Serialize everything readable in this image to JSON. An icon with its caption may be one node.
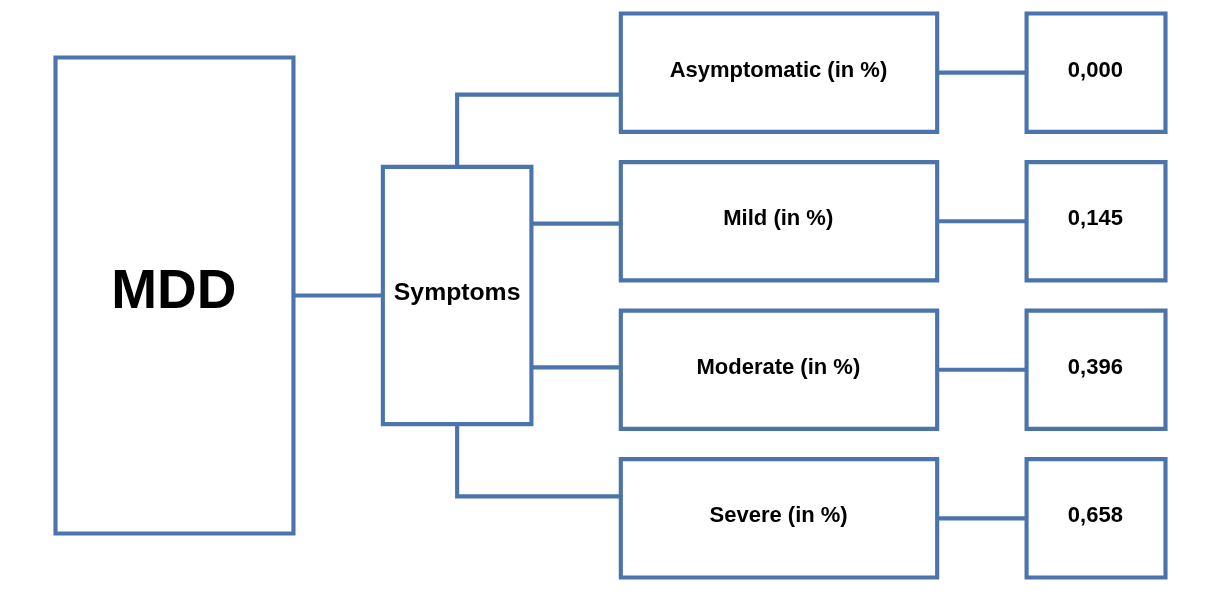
{
  "diagram": {
    "nodes": [
      {
        "text": [
          "MDD"
        ]
      },
      {
        "text": [
          "Symptoms"
        ]
      },
      {
        "text": [
          "Asymptomatic (in %)"
        ]
      },
      {
        "text": [
          "Mild (in %)"
        ]
      },
      {
        "text": [
          "Moderate (in %)"
        ]
      },
      {
        "text": [
          "Severe (in %)"
        ]
      },
      {
        "text": [
          "0,000"
        ]
      },
      {
        "text": [
          "0,145"
        ]
      },
      {
        "text": [
          "0,396"
        ]
      },
      {
        "text": [
          "0,658"
        ]
      }
    ],
    "edges": [
      {
        "from": 0,
        "to": 1,
        "arrow": "none"
      },
      {
        "from": 1,
        "to": 2,
        "arrow": "none"
      },
      {
        "from": 1,
        "to": 3,
        "arrow": "none"
      },
      {
        "from": 1,
        "to": 4,
        "arrow": "none"
      },
      {
        "from": 1,
        "to": 5,
        "arrow": "none"
      },
      {
        "from": 2,
        "to": 6,
        "arrow": "none"
      },
      {
        "from": 3,
        "to": 7,
        "arrow": "none"
      },
      {
        "from": 4,
        "to": 8,
        "arrow": "none"
      },
      {
        "from": 5,
        "to": 9,
        "arrow": "none"
      }
    ]
  }
}
